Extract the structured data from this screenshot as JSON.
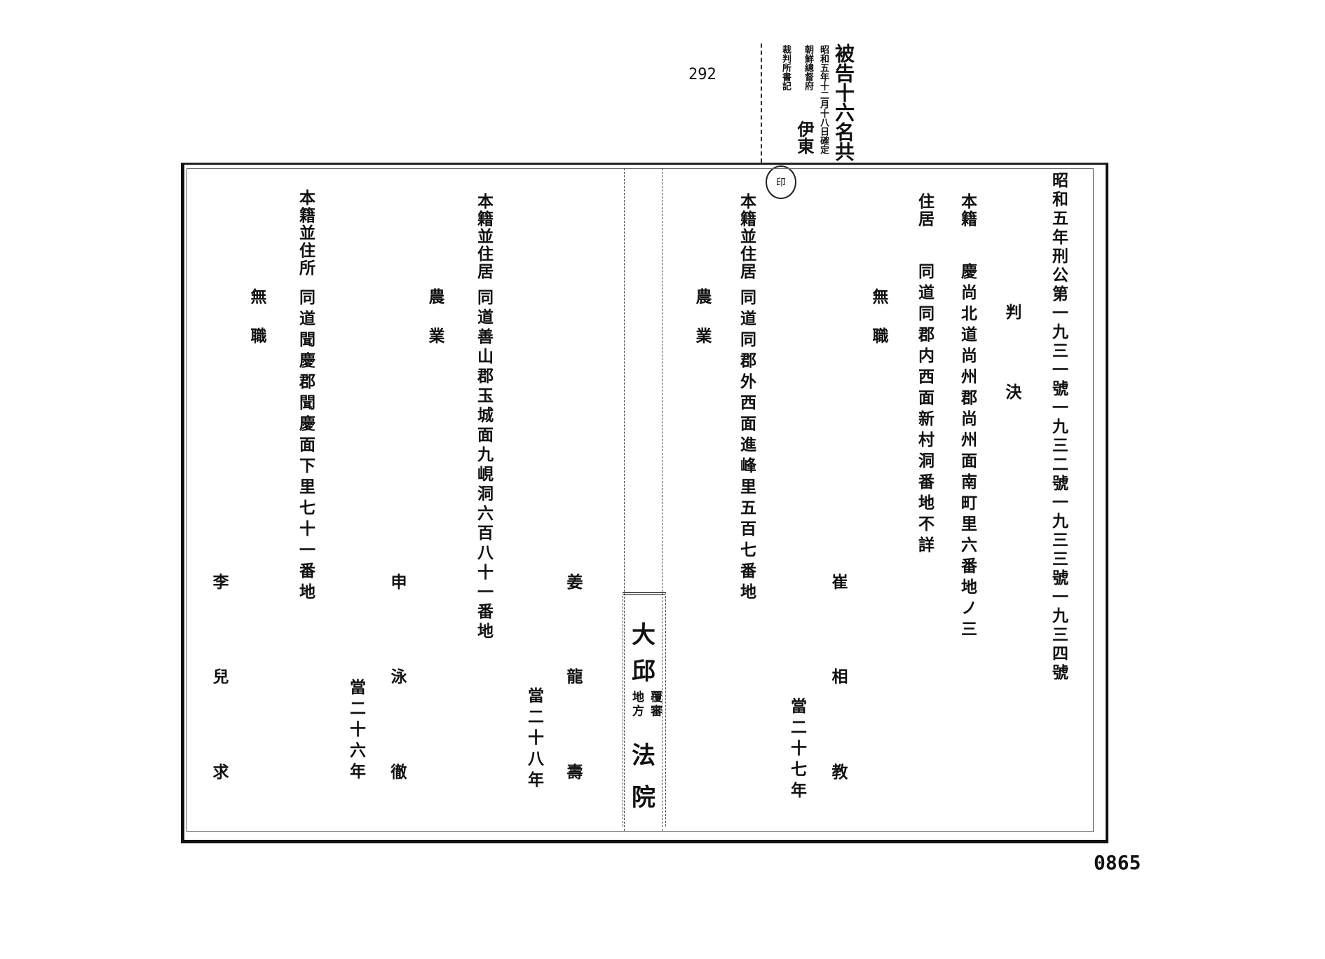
{
  "page_number": "292",
  "sheet_number": "0865",
  "stamp": {
    "line1": "被告十六名共",
    "line2": "昭和五年十二月十八日確定",
    "line3": "朝鮮總督府",
    "line4": "裁判所書記",
    "line5": "伊東",
    "seal": "印"
  },
  "case_number": "昭和五年刑公第一九三一號一九三二號一九三三號一九三四號",
  "title": [
    "判",
    "決"
  ],
  "court": {
    "big1": "大",
    "big2": "邱",
    "small_right": "覆審",
    "small_left": "地方",
    "big3": "法",
    "big4": "院"
  },
  "defendants": [
    {
      "domicile_label": "本籍",
      "domicile": "慶尚北道尚州郡尚州面南町里六番地ノ三",
      "residence_label": "住居",
      "residence": "同道同郡内西面新村洞番地不詳",
      "occupation": [
        "無",
        "職"
      ],
      "name": [
        "崔",
        "相",
        "教"
      ],
      "age": "當二十七年"
    },
    {
      "domicile_label": "本籍並住居",
      "domicile": "同道同郡外西面進峰里五百七番地",
      "occupation": [
        "農",
        "業"
      ],
      "name": [
        "姜",
        "龍",
        "壽"
      ],
      "age": "當二十八年"
    },
    {
      "domicile_label": "本籍並住居",
      "domicile": "同道善山郡玉城面九峴洞六百八十一番地",
      "occupation": [
        "農",
        "業"
      ],
      "name": [
        "申",
        "泳",
        "徹"
      ],
      "age": "當二十六年"
    },
    {
      "domicile_label": "本籍並住所",
      "domicile": "同道聞慶郡聞慶面下里七十一番地",
      "occupation": [
        "無",
        "職"
      ],
      "name": [
        "李",
        "兒",
        "求"
      ],
      "age": ""
    }
  ]
}
